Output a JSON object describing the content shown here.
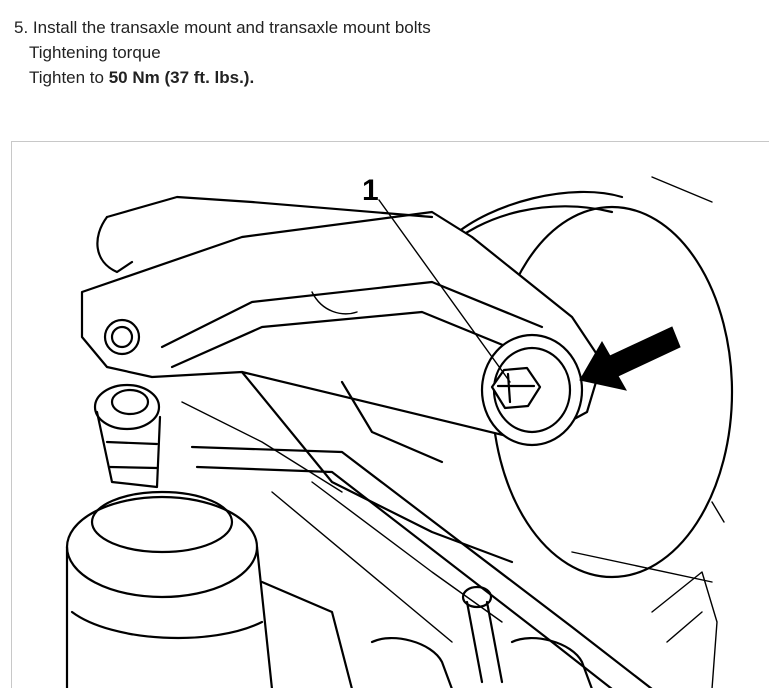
{
  "step": {
    "heading": "5. Install the transaxle mount and transaxle mount bolts",
    "torque_label": "Tightening torque",
    "tighten_prefix": "Tighten to ",
    "torque_value": "50 Nm (37 ft. lbs.).",
    "torque_value_weight": "bold"
  },
  "figure": {
    "callout_number": "1",
    "callout_target": "transaxle mount bolt",
    "arrow_icon": "arrow-pointing-to-bolt",
    "line_color": "#000000",
    "background": "#ffffff"
  }
}
